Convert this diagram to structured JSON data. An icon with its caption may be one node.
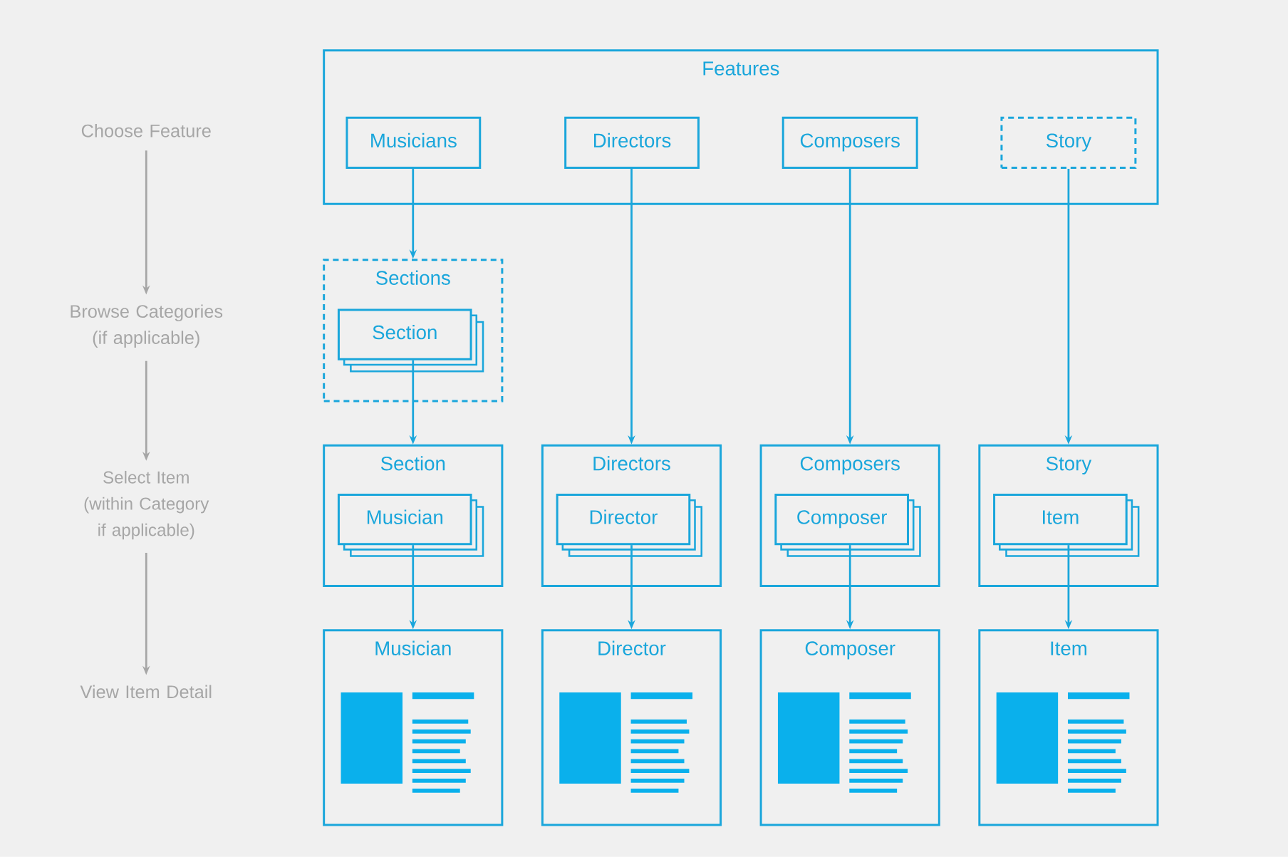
{
  "diagram": {
    "nodes": [
      {
        "text": [
          "Features"
        ]
      },
      {
        "text": [
          "Musicians"
        ],
        "in": 0
      },
      {
        "text": [
          "Directors"
        ],
        "in": 0
      },
      {
        "text": [
          "Composers"
        ],
        "in": 0
      },
      {
        "text": [
          "Story"
        ],
        "in": 0
      },
      {
        "text": [
          "Sections"
        ]
      },
      {
        "text": [
          "Section"
        ],
        "in": 5
      },
      {
        "text": [
          "Section"
        ]
      },
      {
        "text": [
          "Musician"
        ],
        "in": 7
      },
      {
        "text": [
          "Directors"
        ]
      },
      {
        "text": [
          "Director"
        ],
        "in": 9
      },
      {
        "text": [
          "Composers"
        ]
      },
      {
        "text": [
          "Composer"
        ],
        "in": 11
      },
      {
        "text": [
          "Story"
        ]
      },
      {
        "text": [
          "Item"
        ],
        "in": 13
      },
      {
        "text": [
          "Musician"
        ]
      },
      {
        "text": [
          "Director"
        ]
      },
      {
        "text": [
          "Composer"
        ]
      },
      {
        "text": [
          "Item"
        ]
      },
      {
        "text": [
          "Choose Feature"
        ]
      },
      {
        "text": [
          "Browse Categories (if applicable)"
        ]
      },
      {
        "text": [
          "Select Item (within Category if applicable)"
        ]
      },
      {
        "text": [
          "View Item Detail"
        ]
      }
    ],
    "edges": [
      {
        "from": 1,
        "to": 5,
        "arrow": "to"
      },
      {
        "from": 6,
        "to": 7,
        "arrow": "to"
      },
      {
        "from": 2,
        "to": 9,
        "arrow": "to"
      },
      {
        "from": 3,
        "to": 11,
        "arrow": "to"
      },
      {
        "from": 4,
        "to": 13,
        "arrow": "to"
      },
      {
        "from": 8,
        "to": 15,
        "arrow": "to"
      },
      {
        "from": 10,
        "to": 16,
        "arrow": "to"
      },
      {
        "from": 12,
        "to": 17,
        "arrow": "to"
      },
      {
        "from": 14,
        "to": 18,
        "arrow": "to"
      },
      {
        "from": 19,
        "to": 20,
        "arrow": "to",
        "color": "#a6a6a6"
      },
      {
        "from": 20,
        "to": 21,
        "arrow": "to",
        "color": "#a6a6a6"
      },
      {
        "from": 21,
        "to": 22,
        "arrow": "to",
        "color": "#a6a6a6"
      }
    ]
  }
}
